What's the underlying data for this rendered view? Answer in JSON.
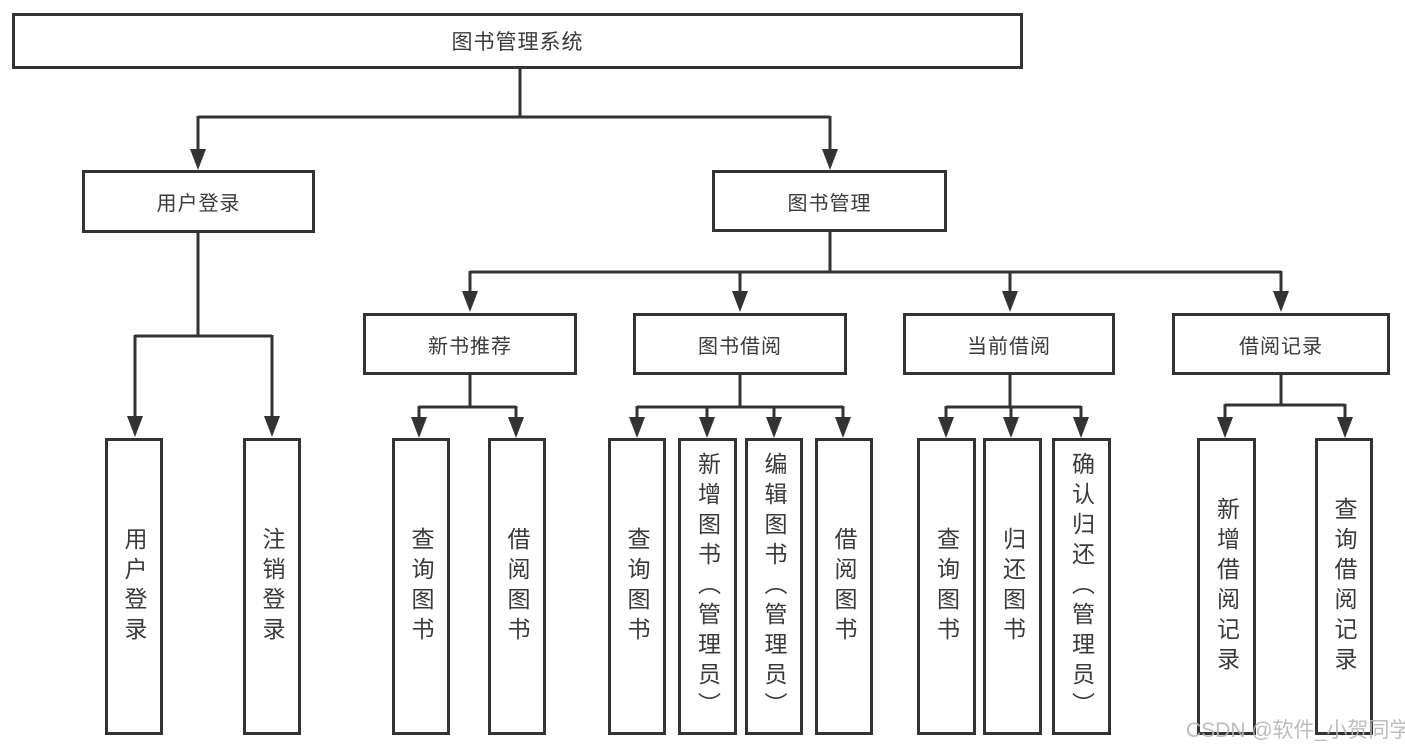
{
  "diagram": {
    "root": {
      "label": "图书管理系统"
    },
    "branches": [
      {
        "label": "用户登录",
        "children": [
          {
            "label": "用户登录"
          },
          {
            "label": "注销登录"
          }
        ]
      },
      {
        "label": "图书管理",
        "children": [
          {
            "label": "新书推荐",
            "children": [
              {
                "label": "查询图书"
              },
              {
                "label": "借阅图书"
              }
            ]
          },
          {
            "label": "图书借阅",
            "children": [
              {
                "label": "查询图书"
              },
              {
                "label": "新增图书（管理员）"
              },
              {
                "label": "编辑图书（管理员）"
              },
              {
                "label": "借阅图书"
              }
            ]
          },
          {
            "label": "当前借阅",
            "children": [
              {
                "label": "查询图书"
              },
              {
                "label": "归还图书"
              },
              {
                "label": "确认归还（管理员）"
              }
            ]
          },
          {
            "label": "借阅记录",
            "children": [
              {
                "label": "新增借阅记录"
              },
              {
                "label": "查询借阅记录"
              }
            ]
          }
        ]
      }
    ],
    "watermark": "CSDN @软件_小贺同学",
    "colors": {
      "line": "#333333",
      "text": "#3a3a3a",
      "watermark": "#b6b6b6",
      "background": "#ffffff"
    }
  }
}
